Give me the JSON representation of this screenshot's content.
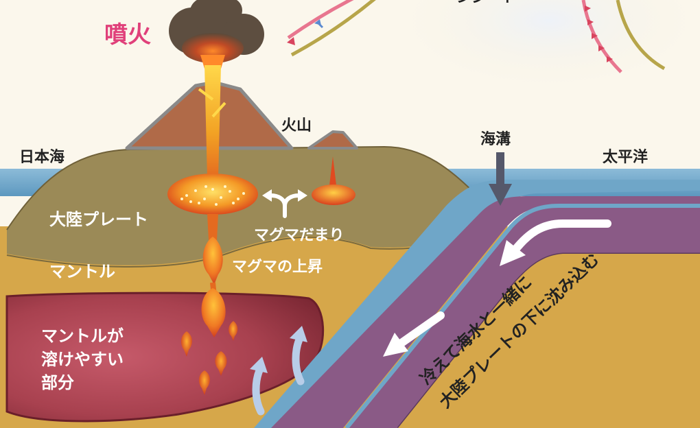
{
  "labels": {
    "eruption": "噴火",
    "volcano": "火山",
    "sea_of_japan": "日本海",
    "trench": "海溝",
    "pacific_ocean": "太平洋",
    "continental_plate": "大陸プレート",
    "mantle": "マントル",
    "magma_chamber": "マグマだまり",
    "magma_rise": "マグマの上昇",
    "melting_zone_line1": "マントルが",
    "melting_zone_line2": "溶けやすい",
    "melting_zone_line3": "部分",
    "subduction_line1": "冷えて海水と一緒に",
    "subduction_line2": "大陸プレートの下に沈み込む",
    "corner_fragment": "ンジート"
  },
  "colors": {
    "eruption_text": "#e0407a",
    "ocean": "#6fa6c8",
    "continental_plate": "#9b8a57",
    "mantle": "#d6a74a",
    "melting_zone": "#8a2f3c",
    "oceanic_plate": "#8a5a86",
    "magma_hot": "#ffd84a",
    "magma_mid": "#f08a28",
    "magma_deep": "#c8301e",
    "arrow_dark": "#55586a",
    "arrow_light": "#b8cde8"
  }
}
